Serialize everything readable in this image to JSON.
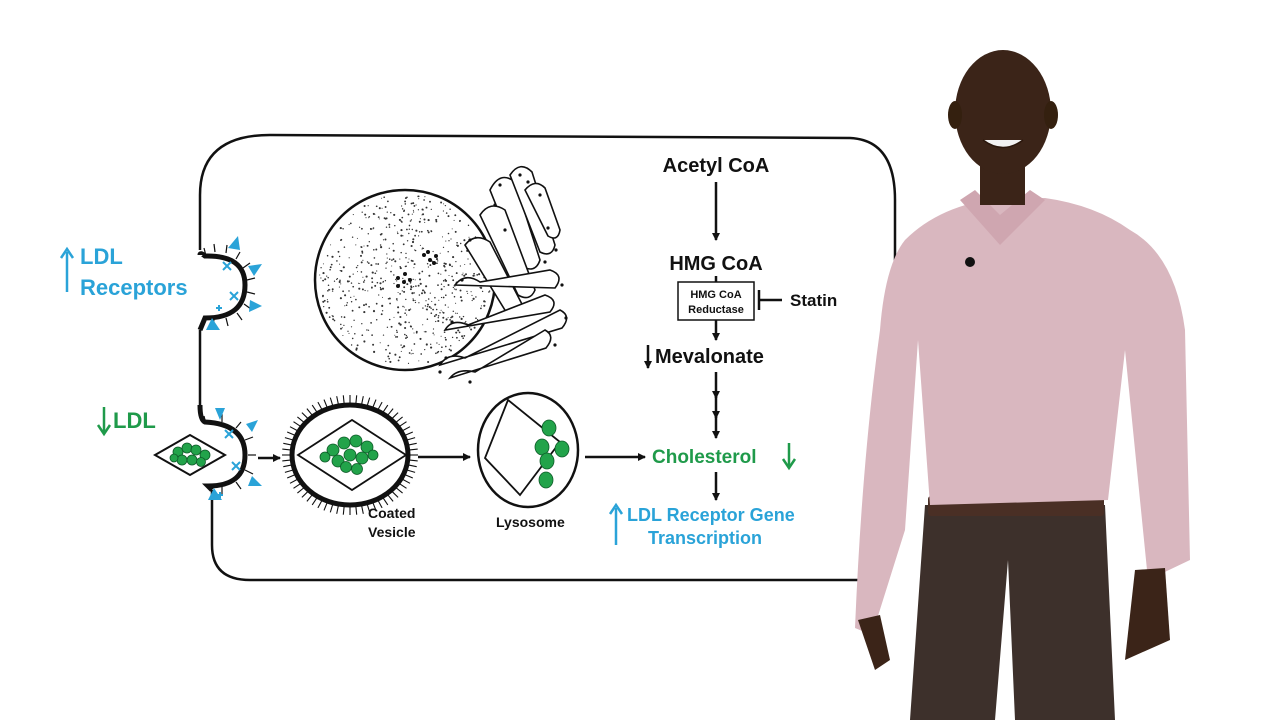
{
  "pathway": {
    "acetyl_coa": "Acetyl CoA",
    "hmg_coa": "HMG CoA",
    "reductase_line1": "HMG CoA",
    "reductase_line2": "Reductase",
    "statin": "Statin",
    "mevalonate": "Mevalonate",
    "cholesterol": "Cholesterol",
    "ldl_gene_line1": "LDL Receptor Gene",
    "ldl_gene_line2": "Transcription"
  },
  "cell": {
    "ldl_receptors_line1": "LDL",
    "ldl_receptors_line2": "Receptors",
    "ldl": "LDL",
    "coated_vesicle_line1": "Coated",
    "coated_vesicle_line2": "Vesicle",
    "lysosome": "Lysosome"
  },
  "colors": {
    "blue": "#2aa3d8",
    "green": "#1f9a4a",
    "black": "#111111",
    "ldl_particle": "#22a34a",
    "presenter_shirt": "#d9b7bf",
    "presenter_pants": "#3d302b"
  }
}
